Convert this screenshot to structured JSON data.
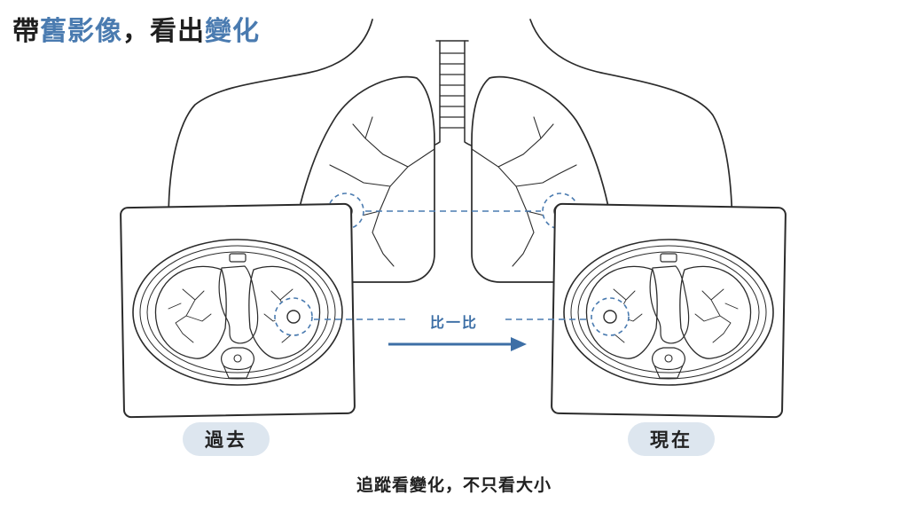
{
  "title": {
    "part1": "帶",
    "part2_accent": "舊影像",
    "part3": "，看出",
    "part4_accent": "變化"
  },
  "labels": {
    "past": "過去",
    "present": "現在",
    "compare": "比一比"
  },
  "caption": "追蹤看變化，不只看大小",
  "colors": {
    "accent": "#4a7bb0",
    "line": "#2b2b2b",
    "pill_bg": "#dde6ef"
  }
}
